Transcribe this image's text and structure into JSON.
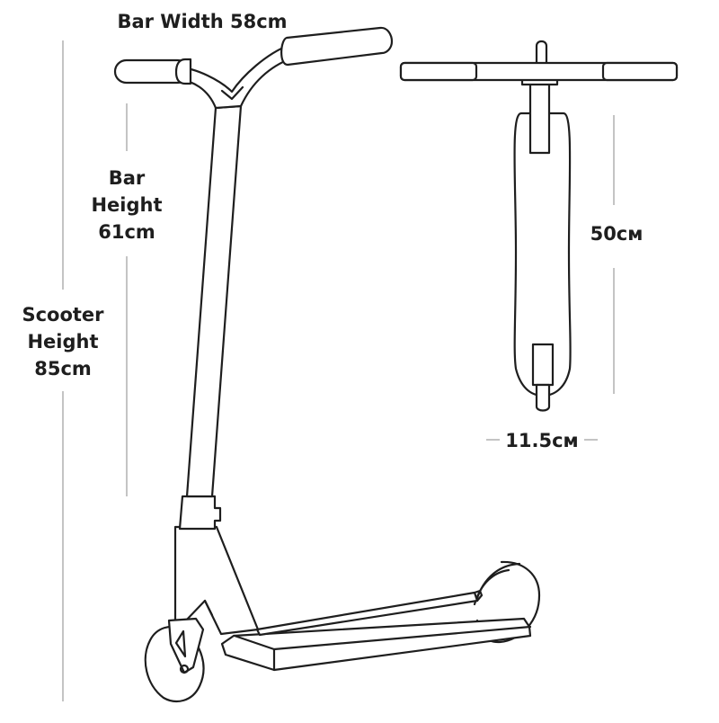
{
  "labels": {
    "bar_width": "Bar Width 58cm",
    "bar_height": [
      "Bar",
      "Height",
      "61cm"
    ],
    "scooter_height": [
      "Scooter",
      "Height",
      "85cm"
    ],
    "deck_length": "50cм",
    "deck_width": "11.5cм"
  },
  "colors": {
    "line": "#1e1e1e",
    "dimension_line": "#8a8a8a",
    "background": "#ffffff"
  }
}
